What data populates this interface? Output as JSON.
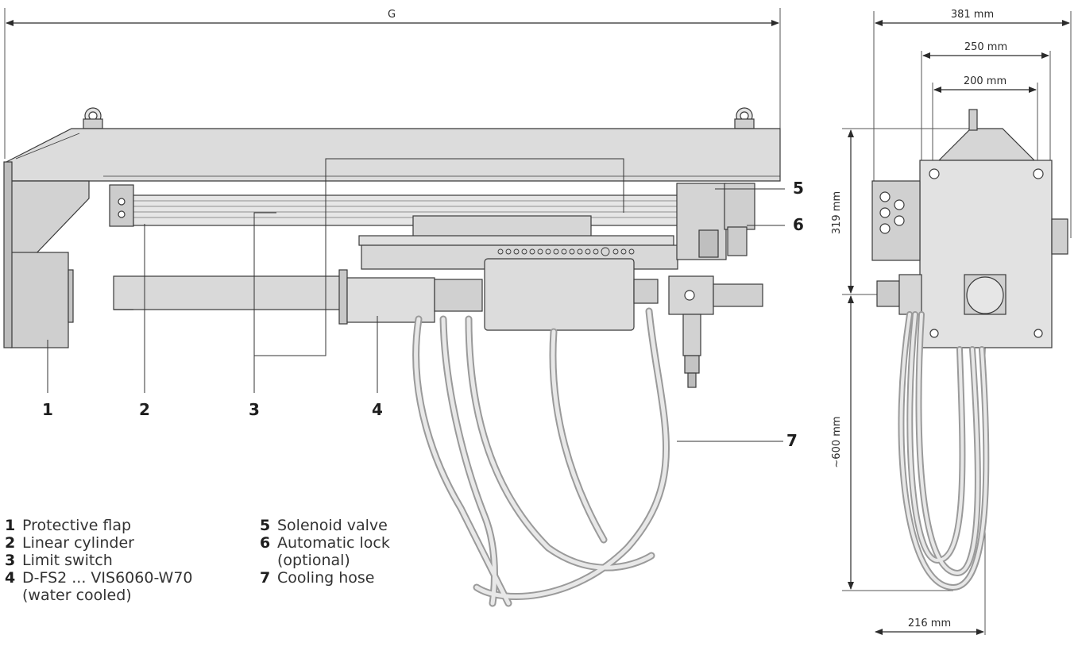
{
  "dimensions": {
    "G": "G",
    "w381": "381 mm",
    "w250": "250 mm",
    "w200": "200 mm",
    "h319": "319 mm",
    "h600": "~600 mm",
    "w216": "216 mm"
  },
  "callouts": [
    "1",
    "2",
    "3",
    "4",
    "5",
    "6",
    "7"
  ],
  "legend": [
    {
      "num": "1",
      "text": "Protective flap"
    },
    {
      "num": "2",
      "text": "Linear cylinder"
    },
    {
      "num": "3",
      "text": "Limit switch"
    },
    {
      "num": "4",
      "text": "D-FS2 ... VIS6060-W70",
      "cont": "(water cooled)"
    },
    {
      "num": "5",
      "text": "Solenoid valve"
    },
    {
      "num": "6",
      "text": "Automatic lock",
      "cont": "(optional)"
    },
    {
      "num": "7",
      "text": "Cooling hose"
    }
  ]
}
